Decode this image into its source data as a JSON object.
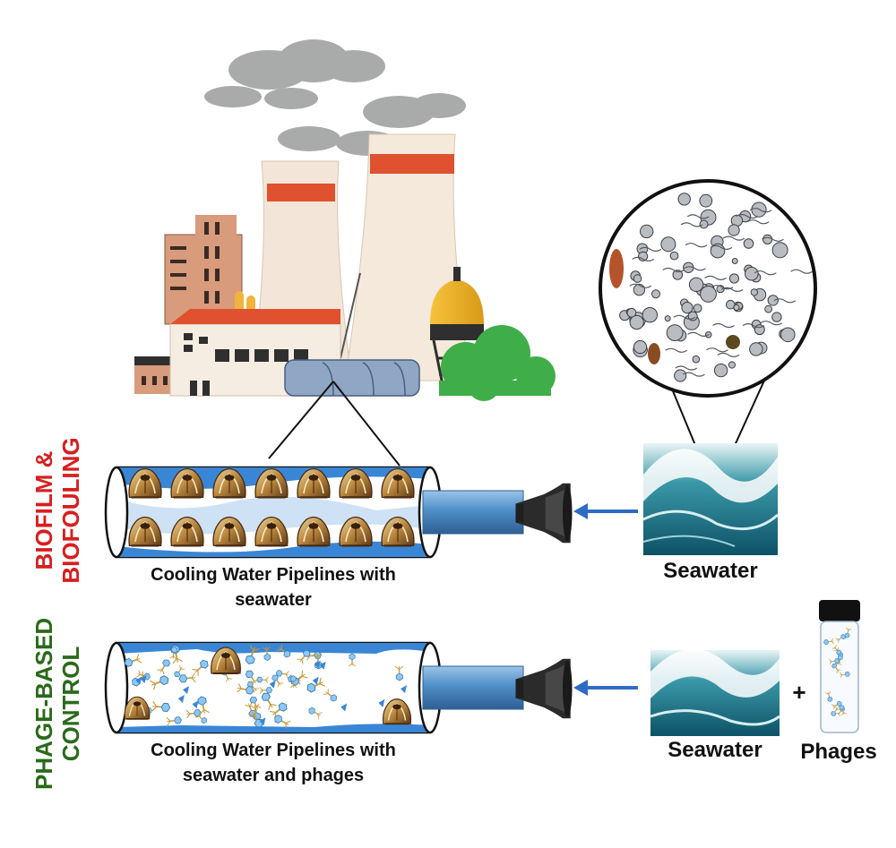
{
  "labels": {
    "biofilm_line1": "BIOFILM &",
    "biofilm_line2": "BIOFOULING",
    "phage_line1": "PHAGE-BASED",
    "phage_line2": "CONTROL",
    "pipe1_caption_line1": "Cooling Water Pipelines with",
    "pipe1_caption_line2": "seawater",
    "pipe2_caption_line1": "Cooling Water Pipelines with",
    "pipe2_caption_line2": "seawater and phages",
    "seawater_top": "Seawater",
    "seawater_bottom": "Seawater",
    "plus": "+",
    "phages": "Phages"
  },
  "colors": {
    "biofilm_label": "#d81e1e",
    "phage_label": "#2a6a1a",
    "arrow": "#2f6bc4",
    "biofilm_lining": "#3a86d6",
    "smoke": "#a9abab",
    "tower": "#f3e6d8",
    "tower_stripe": "#e0512f",
    "water": "#1f7d93"
  },
  "icons": {
    "power_plant": "power-plant-icon",
    "microscope_view": "plankton-magnified-icon",
    "barnacle": "barnacle-icon",
    "phage": "bacteriophage-icon",
    "pump_nozzle": "pump-nozzle-icon",
    "vial": "phage-vial-icon",
    "wave": "seawater-wave-icon"
  }
}
